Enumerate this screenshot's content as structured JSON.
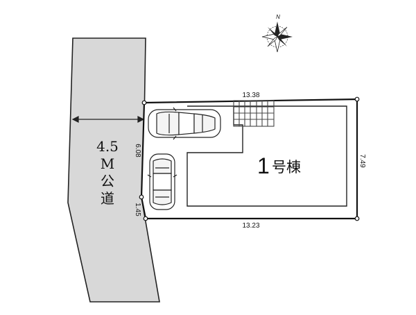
{
  "compass": {
    "north_label": "N",
    "icon": "compass-rose-icon"
  },
  "road": {
    "width_label": "4.5",
    "unit_label": "M",
    "name_chars": [
      "公",
      "道"
    ]
  },
  "dimensions": {
    "top": "13.38",
    "bottom": "13.23",
    "left_upper": "6.08",
    "left_lower": "1.45",
    "right": "7.49"
  },
  "building": {
    "label_number": "1",
    "label_text": "号棟"
  },
  "parking": {
    "car_count": 2,
    "car_icon": "car-icon"
  },
  "colors": {
    "road_fill": "#d8d8d8",
    "line": "#222222",
    "grid": "#555555"
  }
}
